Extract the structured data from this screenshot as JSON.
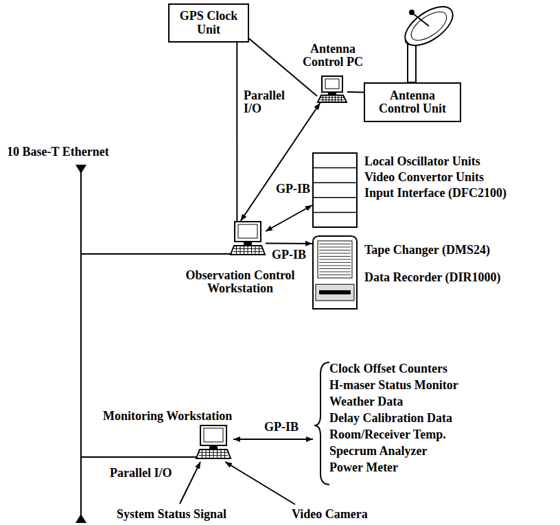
{
  "diagram": {
    "nodes": [
      {
        "text": [
          "GPS Clock Unit"
        ]
      },
      {
        "text": [
          "Antenna Control PC"
        ]
      },
      {
        "text": [
          "Antenna Control Unit"
        ]
      },
      {
        "text": [
          "Local Oscillator Units",
          "Video Convertor Units",
          "Input Interface (DFC2100)"
        ]
      },
      {
        "text": [
          "Tape Changer (DMS24)",
          "Data Recorder (DIR1000)"
        ]
      },
      {
        "text": [
          "Observation Control Workstation"
        ]
      },
      {
        "text": [
          "Monitoring Workstation"
        ]
      }
    ],
    "edges": [
      {
        "from": 0,
        "to": 5,
        "label": "Parallel I/O",
        "arrow": "none"
      },
      {
        "from": 0,
        "to": 1,
        "arrow": "none"
      },
      {
        "from": 1,
        "to": 2,
        "arrow": "none"
      },
      {
        "from": 5,
        "to": 1,
        "arrow": "both"
      },
      {
        "from": 5,
        "to": 3,
        "label": "GP-IB",
        "arrow": "both"
      },
      {
        "from": 5,
        "to": 4,
        "label": "GP-IB",
        "arrow": "to"
      }
    ],
    "labels": [
      "10 Base-T Ethernet",
      "Clock Offset Counters",
      "H-maser Status Monitor",
      "Weather Data",
      "Delay Calibration Data",
      "Room/Receiver Temp.",
      "Specrum Analyzer",
      "Power Meter",
      "GP-IB",
      "Parallel I/O",
      "System Status Signal",
      "Video Camera"
    ]
  }
}
